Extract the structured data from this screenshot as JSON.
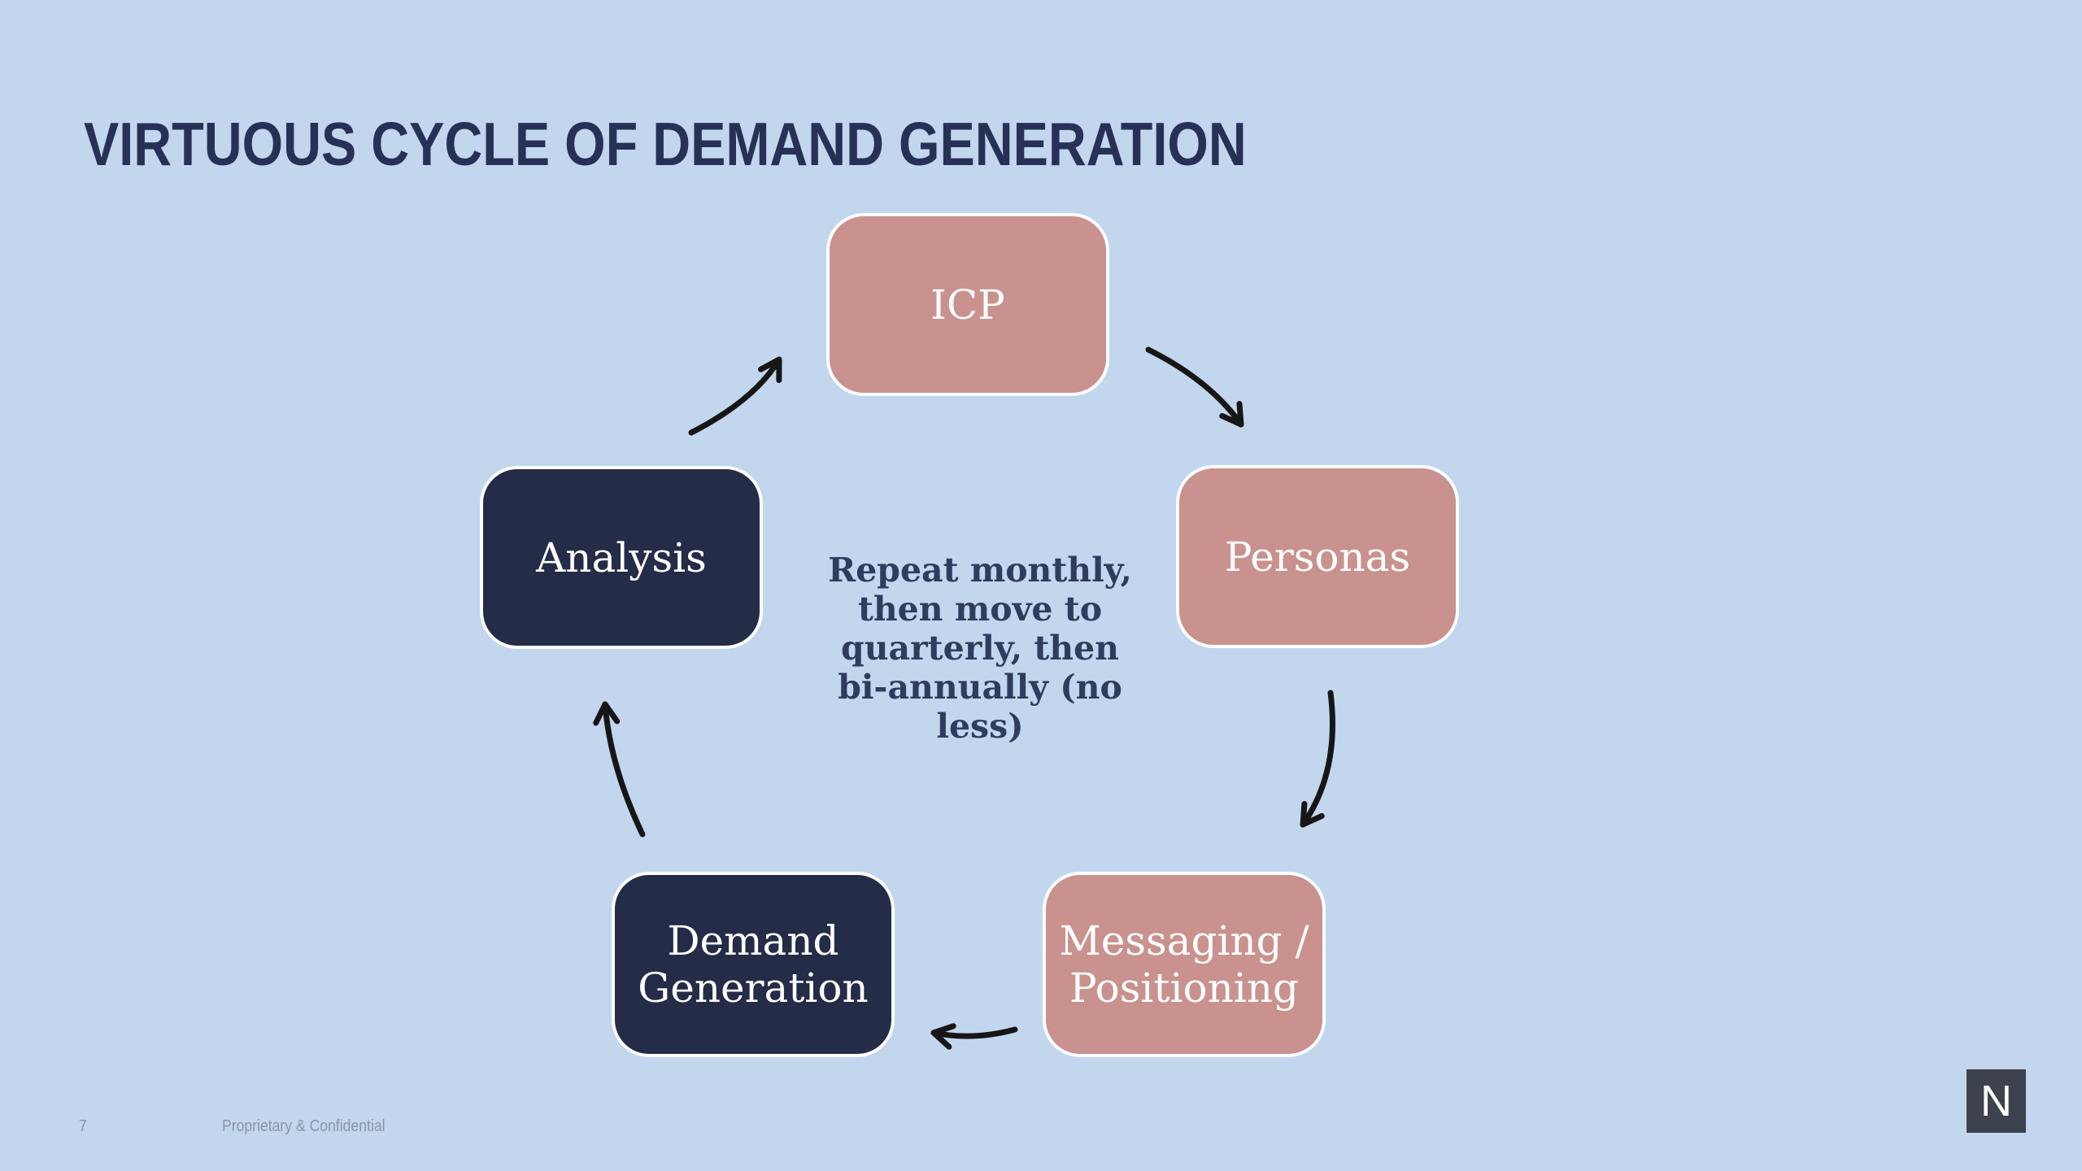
{
  "slide": {
    "title": "VIRTUOUS CYCLE OF DEMAND GENERATION",
    "page_number": "7",
    "confidentiality_label": "Proprietary & Confidential",
    "colors": {
      "background": "#c2d6ee",
      "title_text": "#273156",
      "rose_node_fill": "#c9928e",
      "navy_node_fill": "#252c47",
      "node_border": "#fcfdfe",
      "node_text": "#ffffff",
      "center_note_text": "#2e3c5e",
      "arrow_stroke": "#161616",
      "footer_text": "#8b95a3",
      "logo_background": "#3c424e",
      "logo_letter": "#ffffff"
    }
  },
  "diagram": {
    "type": "cycle",
    "nodes": [
      {
        "id": "icp",
        "label": "ICP",
        "style": "rose"
      },
      {
        "id": "personas",
        "label": "Personas",
        "style": "rose"
      },
      {
        "id": "messaging-positioning",
        "label": "Messaging / Positioning",
        "style": "rose"
      },
      {
        "id": "demand-generation",
        "label": "Demand Generation",
        "style": "navy"
      },
      {
        "id": "analysis",
        "label": "Analysis",
        "style": "navy"
      }
    ],
    "arrows": [
      {
        "from": "analysis",
        "to": "icp"
      },
      {
        "from": "icp",
        "to": "personas"
      },
      {
        "from": "personas",
        "to": "messaging-positioning"
      },
      {
        "from": "messaging-positioning",
        "to": "demand-generation"
      },
      {
        "from": "demand-generation",
        "to": "analysis"
      }
    ],
    "center_note": {
      "lines": [
        "Repeat monthly,",
        "then move to",
        "quarterly, then",
        "bi-annually (no less)"
      ]
    }
  },
  "logo": {
    "letter": "N"
  }
}
